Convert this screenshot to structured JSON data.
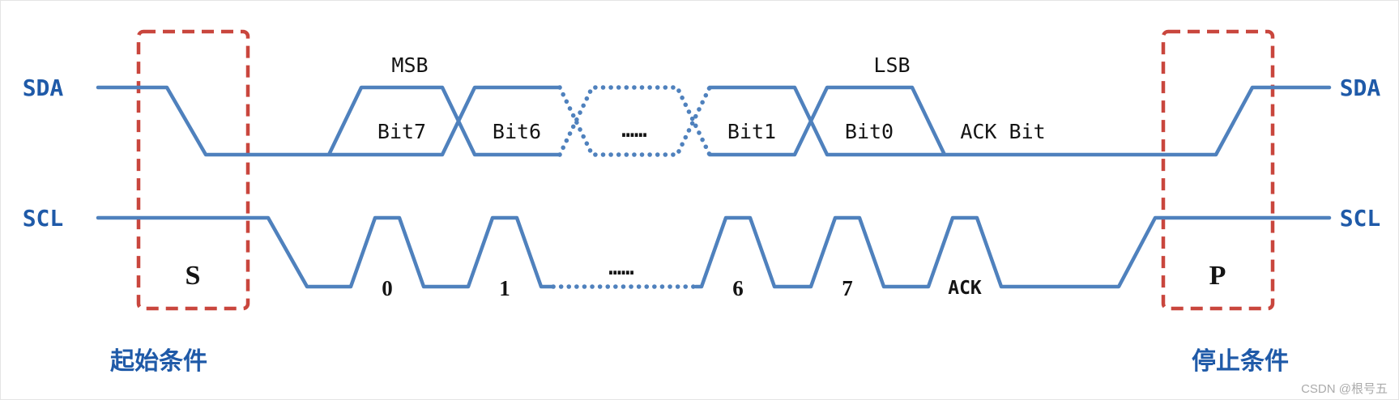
{
  "colors": {
    "wave": "#4F81BD",
    "label_blue": "#1F5AA8",
    "box_red": "#C9463D",
    "text_black": "#141414",
    "watermark_gray": "#ABABAB"
  },
  "signals": {
    "sda": {
      "label_left": "SDA",
      "label_right": "SDA"
    },
    "scl": {
      "label_left": "SCL",
      "label_right": "SCL"
    }
  },
  "sda_row": {
    "msb_label": "MSB",
    "lsb_label": "LSB",
    "bit_labels": [
      "Bit7",
      "Bit6",
      "……",
      "Bit1",
      "Bit0"
    ],
    "ack_label": "ACK Bit"
  },
  "scl_row": {
    "clock_labels": [
      "0",
      "1",
      "……",
      "6",
      "7",
      "ACK"
    ]
  },
  "conditions": {
    "start_symbol": "S",
    "start_label": "起始条件",
    "stop_symbol": "P",
    "stop_label": "停止条件"
  },
  "watermark": {
    "text": "CSDN @根号五"
  }
}
